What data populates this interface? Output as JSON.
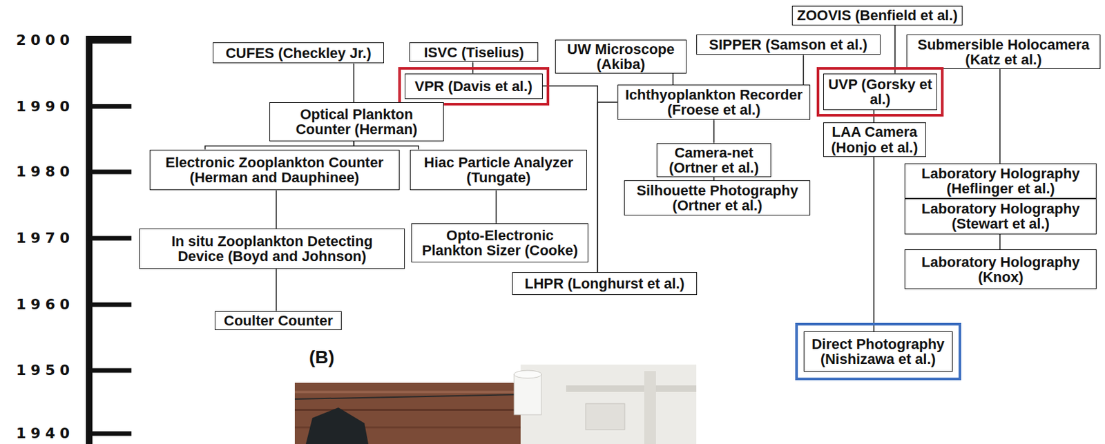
{
  "diagram": {
    "nodes": [
      {
        "text": [
          "ZOOVIS (Benfield et al.)"
        ]
      },
      {
        "text": [
          "CUFES (Checkley Jr.)"
        ]
      },
      {
        "text": [
          "ISVC (Tiselius)"
        ]
      },
      {
        "text": [
          "UW Microscope (Akiba)"
        ]
      },
      {
        "text": [
          "SIPPER (Samson et al.)"
        ]
      },
      {
        "text": [
          "Submersible Holocamera (Katz et al.)"
        ]
      },
      {
        "text": [
          "VPR (Davis et al.)"
        ]
      },
      {
        "text": [
          "Ichthyoplankton Recorder (Froese et al.)"
        ]
      },
      {
        "text": [
          "UVP (Gorsky et al.)"
        ]
      },
      {
        "text": [
          "Optical Plankton Counter (Herman)"
        ]
      },
      {
        "text": [
          "LAA Camera (Honjo et al.)"
        ]
      },
      {
        "text": [
          "Electronic Zooplankton Counter (Herman and Dauphinee)"
        ]
      },
      {
        "text": [
          "Hiac Particle Analyzer (Tungate)"
        ]
      },
      {
        "text": [
          "Camera-net (Ortner et al.)"
        ]
      },
      {
        "text": [
          "Silhouette Photography (Ortner et al.)"
        ]
      },
      {
        "text": [
          "Laboratory Holography (Heflinger et al.)"
        ]
      },
      {
        "text": [
          "Laboratory Holography (Stewart et al.)"
        ]
      },
      {
        "text": [
          "In situ Zooplankton Detecting Device (Boyd and Johnson)"
        ]
      },
      {
        "text": [
          "Opto-Electronic Plankton Sizer (Cooke)"
        ]
      },
      {
        "text": [
          "Laboratory Holography (Knox)"
        ]
      },
      {
        "text": [
          "LHPR (Longhurst et al.)"
        ]
      },
      {
        "text": [
          "Coulter Counter"
        ]
      },
      {
        "text": [
          "Direct Photography (Nishizawa et al.)"
        ]
      }
    ],
    "edges": [
      {
        "from": 0,
        "to": 8,
        "arrow": "none"
      },
      {
        "from": 2,
        "to": 6,
        "arrow": "none"
      },
      {
        "from": 6,
        "to": 20,
        "arrow": "none"
      },
      {
        "from": 7,
        "to": 20,
        "arrow": "none"
      },
      {
        "from": 3,
        "to": 7,
        "arrow": "none"
      },
      {
        "from": 4,
        "to": 7,
        "arrow": "none"
      },
      {
        "from": 1,
        "to": 9,
        "arrow": "none"
      },
      {
        "from": 9,
        "to": 11,
        "arrow": "none"
      },
      {
        "from": 9,
        "to": 12,
        "arrow": "none"
      },
      {
        "from": 11,
        "to": 17,
        "arrow": "none"
      },
      {
        "from": 12,
        "to": 18,
        "arrow": "none"
      },
      {
        "from": 17,
        "to": 21,
        "arrow": "none"
      },
      {
        "from": 7,
        "to": 13,
        "arrow": "none"
      },
      {
        "from": 13,
        "to": 14,
        "arrow": "none"
      },
      {
        "from": 8,
        "to": 10,
        "arrow": "none"
      },
      {
        "from": 10,
        "to": 22,
        "arrow": "none"
      },
      {
        "from": 5,
        "to": 15,
        "arrow": "none"
      },
      {
        "from": 16,
        "to": 19,
        "arrow": "none"
      }
    ],
    "labels": [
      "2000",
      "1990",
      "1980",
      "1970",
      "1960",
      "1950",
      "1940",
      "(B)"
    ]
  }
}
